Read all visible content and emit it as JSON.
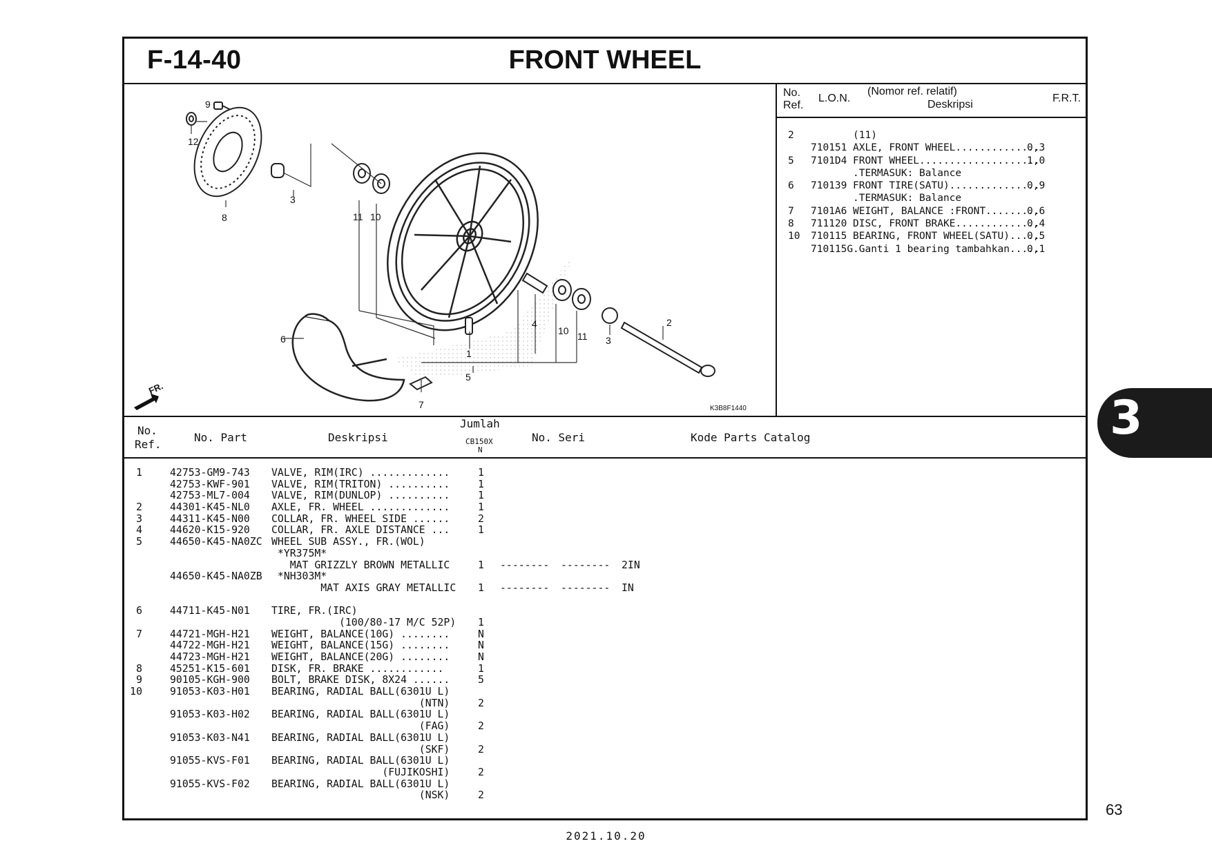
{
  "header": {
    "code": "F-14-40",
    "title": "FRONT WHEEL"
  },
  "diagram": {
    "callouts": [
      "9",
      "12",
      "8",
      "3",
      "11",
      "10",
      "6",
      "4",
      "10",
      "11",
      "3",
      "2",
      "1",
      "5",
      "7"
    ],
    "fr_label": "FR.",
    "figure_code": "K3B8F1440"
  },
  "right_panel": {
    "head": {
      "no": "No.",
      "ref": "Ref.",
      "lon": "L.O.N.",
      "nomor": "(Nomor ref. relatif)",
      "deskripsi": "Deskripsi",
      "frt": "F.R.T."
    },
    "rows": [
      {
        "ref": "2",
        "lon": "",
        "desc": "(11)",
        "frt": ""
      },
      {
        "ref": "",
        "lon": "710151",
        "desc": "AXLE, FRONT WHEEL..............",
        "frt": "0,3"
      },
      {
        "ref": "5",
        "lon": "7101D4",
        "desc": "FRONT WHEEL....................",
        "frt": "1,0"
      },
      {
        "ref": "",
        "lon": "",
        "desc": ".TERMASUK: Balance",
        "frt": ""
      },
      {
        "ref": "6",
        "lon": "710139",
        "desc": "FRONT TIRE(SATU)...............",
        "frt": "0,9"
      },
      {
        "ref": "",
        "lon": "",
        "desc": ".TERMASUK: Balance",
        "frt": ""
      },
      {
        "ref": "7",
        "lon": "7101A6",
        "desc": "WEIGHT, BALANCE :FRONT.........",
        "frt": "0,6"
      },
      {
        "ref": "8",
        "lon": "711120",
        "desc": "DISC, FRONT BRAKE..............",
        "frt": "0,4"
      },
      {
        "ref": "10",
        "lon": "710115",
        "desc": "BEARING, FRONT WHEEL(SATU).....",
        "frt": "0,5"
      },
      {
        "ref": "",
        "lon": "710115G",
        "desc": ".Ganti 1 bearing tambahkan.....",
        "frt": "0,1"
      }
    ]
  },
  "table": {
    "head": {
      "no": "No.",
      "ref": "Ref.",
      "part": "No. Part",
      "deskripsi": "Deskripsi",
      "jumlah": "Jumlah",
      "model": "CB150X",
      "model_sub": "N",
      "seri": "No. Seri",
      "kode": "Kode Parts Catalog"
    },
    "rows": [
      {
        "ref": "1",
        "part": "42753-GM9-743",
        "desc": "VALVE, RIM(IRC) .............",
        "qty": "1",
        "s1": "",
        "s2": "",
        "kode": ""
      },
      {
        "ref": "",
        "part": "42753-KWF-901",
        "desc": "VALVE, RIM(TRITON) ..........",
        "qty": "1",
        "s1": "",
        "s2": "",
        "kode": ""
      },
      {
        "ref": "",
        "part": "42753-ML7-004",
        "desc": "VALVE, RIM(DUNLOP) ..........",
        "qty": "1",
        "s1": "",
        "s2": "",
        "kode": ""
      },
      {
        "ref": "2",
        "part": "44301-K45-NL0",
        "desc": "AXLE, FR. WHEEL .............",
        "qty": "1",
        "s1": "",
        "s2": "",
        "kode": ""
      },
      {
        "ref": "3",
        "part": "44311-K45-N00",
        "desc": "COLLAR, FR. WHEEL SIDE ......",
        "qty": "2",
        "s1": "",
        "s2": "",
        "kode": ""
      },
      {
        "ref": "4",
        "part": "44620-K15-920",
        "desc": "COLLAR, FR. AXLE DISTANCE ...",
        "qty": "1",
        "s1": "",
        "s2": "",
        "kode": ""
      },
      {
        "ref": "5",
        "part": "44650-K45-NA0ZC",
        "desc": "WHEEL SUB ASSY., FR.(WOL)",
        "qty": "",
        "s1": "",
        "s2": "",
        "kode": ""
      },
      {
        "ref": "",
        "part": "",
        "desc": " *YR375M*",
        "qty": "",
        "s1": "",
        "s2": "",
        "kode": ""
      },
      {
        "ref": "",
        "part": "",
        "desc": "   MAT GRIZZLY BROWN METALLIC",
        "qty": "1",
        "s1": "--------",
        "s2": "--------",
        "kode": "2IN"
      },
      {
        "ref": "",
        "part": "44650-K45-NA0ZB",
        "desc": " *NH303M*",
        "qty": "",
        "s1": "",
        "s2": "",
        "kode": ""
      },
      {
        "ref": "",
        "part": "",
        "desc": "        MAT AXIS GRAY METALLIC",
        "qty": "1",
        "s1": "--------",
        "s2": "--------",
        "kode": "IN"
      },
      {
        "ref": "",
        "part": "",
        "desc": "",
        "qty": "",
        "s1": "",
        "s2": "",
        "kode": ""
      },
      {
        "ref": "6",
        "part": "44711-K45-N01",
        "desc": "TIRE, FR.(IRC)",
        "qty": "",
        "s1": "",
        "s2": "",
        "kode": ""
      },
      {
        "ref": "",
        "part": "",
        "desc": "           (100/80-17 M/C 52P)",
        "qty": "1",
        "s1": "",
        "s2": "",
        "kode": ""
      },
      {
        "ref": "7",
        "part": "44721-MGH-H21",
        "desc": "WEIGHT, BALANCE(10G) ........",
        "qty": "N",
        "s1": "",
        "s2": "",
        "kode": ""
      },
      {
        "ref": "",
        "part": "44722-MGH-H21",
        "desc": "WEIGHT, BALANCE(15G) ........",
        "qty": "N",
        "s1": "",
        "s2": "",
        "kode": ""
      },
      {
        "ref": "",
        "part": "44723-MGH-H21",
        "desc": "WEIGHT, BALANCE(20G) ........",
        "qty": "N",
        "s1": "",
        "s2": "",
        "kode": ""
      },
      {
        "ref": "8",
        "part": "45251-K15-601",
        "desc": "DISK, FR. BRAKE ............",
        "qty": "1",
        "s1": "",
        "s2": "",
        "kode": ""
      },
      {
        "ref": "9",
        "part": "90105-KGH-900",
        "desc": "BOLT, BRAKE DISK, 8X24 ......",
        "qty": "5",
        "s1": "",
        "s2": "",
        "kode": ""
      },
      {
        "ref": "10",
        "part": "91053-K03-H01",
        "desc": "BEARING, RADIAL BALL(6301U L)",
        "qty": "",
        "s1": "",
        "s2": "",
        "kode": ""
      },
      {
        "ref": "",
        "part": "",
        "desc": "                        (NTN)",
        "qty": "2",
        "s1": "",
        "s2": "",
        "kode": ""
      },
      {
        "ref": "",
        "part": "91053-K03-H02",
        "desc": "BEARING, RADIAL BALL(6301U L)",
        "qty": "",
        "s1": "",
        "s2": "",
        "kode": ""
      },
      {
        "ref": "",
        "part": "",
        "desc": "                        (FAG)",
        "qty": "2",
        "s1": "",
        "s2": "",
        "kode": ""
      },
      {
        "ref": "",
        "part": "91053-K03-N41",
        "desc": "BEARING, RADIAL BALL(6301U L)",
        "qty": "",
        "s1": "",
        "s2": "",
        "kode": ""
      },
      {
        "ref": "",
        "part": "",
        "desc": "                        (SKF)",
        "qty": "2",
        "s1": "",
        "s2": "",
        "kode": ""
      },
      {
        "ref": "",
        "part": "91055-KVS-F01",
        "desc": "BEARING, RADIAL BALL(6301U L)",
        "qty": "",
        "s1": "",
        "s2": "",
        "kode": ""
      },
      {
        "ref": "",
        "part": "",
        "desc": "                  (FUJIKOSHI)",
        "qty": "2",
        "s1": "",
        "s2": "",
        "kode": ""
      },
      {
        "ref": "",
        "part": "91055-KVS-F02",
        "desc": "BEARING, RADIAL BALL(6301U L)",
        "qty": "",
        "s1": "",
        "s2": "",
        "kode": ""
      },
      {
        "ref": "",
        "part": "",
        "desc": "                        (NSK)",
        "qty": "2",
        "s1": "",
        "s2": "",
        "kode": ""
      }
    ]
  },
  "section_tab": "3",
  "page_number": "63",
  "footer_date": "2021.10.20"
}
